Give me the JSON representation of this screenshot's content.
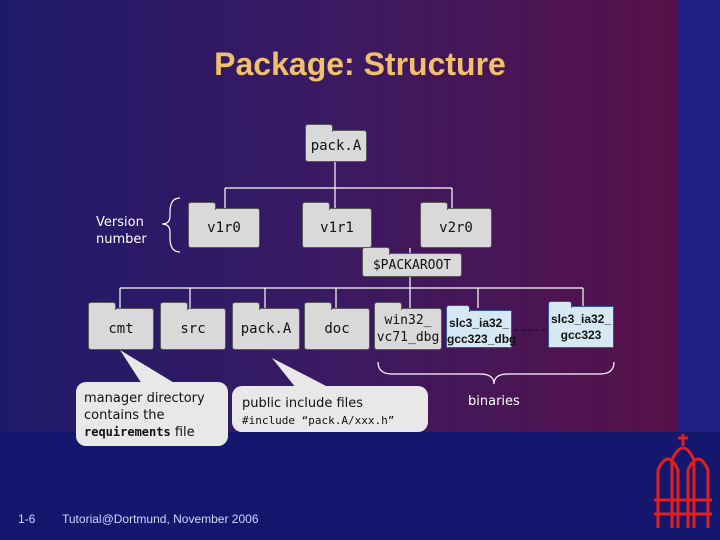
{
  "title": "Package: Structure",
  "folders": {
    "packA_top": "pack.A",
    "v1r0": "v1r0",
    "v1r1": "v1r1",
    "v2r0": "v2r0",
    "packaroot": "$PACKAROOT",
    "cmt": "cmt",
    "src": "src",
    "packA_sub": "pack.A",
    "doc": "doc"
  },
  "version_label": "Version number",
  "win_folder": {
    "line1": "win32_",
    "line2": "vc71_dbg"
  },
  "bin1": {
    "line1": "slc3_ia32_",
    "line2": "gcc323_dbg"
  },
  "bin2": {
    "line1": "slc3_ia32_",
    "line2": "gcc323"
  },
  "binaries_label": "binaries",
  "notes": {
    "manager": {
      "line1": "manager directory",
      "line2": "contains the",
      "bold": "requirements",
      "rest": " file"
    },
    "include": {
      "line1": "public include files",
      "line2": "#include “pack.A/xxx.h”"
    }
  },
  "footer": {
    "page": "1-6",
    "text": "Tutorial@Dortmund, November 2006"
  },
  "colors": {
    "title": "#f2c06a",
    "folder": "#d9d9d9",
    "binary_folder": "#d7e8f5",
    "logo": "#e02020"
  }
}
